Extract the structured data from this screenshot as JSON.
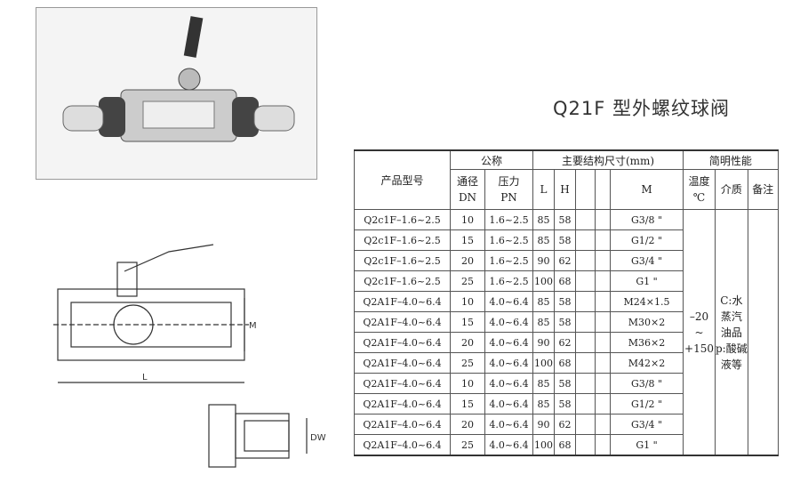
{
  "title": "Q21F 型外螺纹球阀",
  "drawing_labels": {
    "length": "L",
    "height": "M",
    "dw": "DW"
  },
  "table": {
    "headers": {
      "model": "产品型号",
      "nominal": "公称",
      "dims": "主要结构尺寸(mm)",
      "perf": "简明性能",
      "dn_cn": "通径",
      "dn": "DN",
      "pn_cn": "压力",
      "pn": "PN",
      "L": "L",
      "H": "H",
      "M": "M",
      "temp_cn": "温度",
      "temp_unit": "℃",
      "medium": "介质",
      "remark": "备注"
    },
    "rows": [
      {
        "model": "Q2c1F–1.6~2.5",
        "dn": "10",
        "pn": "1.6~2.5",
        "L": "85",
        "H": "58",
        "M": "G3/8 \""
      },
      {
        "model": "Q2c1F–1.6~2.5",
        "dn": "15",
        "pn": "1.6~2.5",
        "L": "85",
        "H": "58",
        "M": "G1/2 \""
      },
      {
        "model": "Q2c1F–1.6~2.5",
        "dn": "20",
        "pn": "1.6~2.5",
        "L": "90",
        "H": "62",
        "M": "G3/4 \""
      },
      {
        "model": "Q2c1F–1.6~2.5",
        "dn": "25",
        "pn": "1.6~2.5",
        "L": "100",
        "H": "68",
        "M": "G1 \""
      },
      {
        "model": "Q2A1F–4.0~6.4",
        "dn": "10",
        "pn": "4.0~6.4",
        "L": "85",
        "H": "58",
        "M": "M24×1.5"
      },
      {
        "model": "Q2A1F–4.0~6.4",
        "dn": "15",
        "pn": "4.0~6.4",
        "L": "85",
        "H": "58",
        "M": "M30×2"
      },
      {
        "model": "Q2A1F–4.0~6.4",
        "dn": "20",
        "pn": "4.0~6.4",
        "L": "90",
        "H": "62",
        "M": "M36×2"
      },
      {
        "model": "Q2A1F–4.0~6.4",
        "dn": "25",
        "pn": "4.0~6.4",
        "L": "100",
        "H": "68",
        "M": "M42×2"
      },
      {
        "model": "Q2A1F–4.0~6.4",
        "dn": "10",
        "pn": "4.0~6.4",
        "L": "85",
        "H": "58",
        "M": "G3/8 \""
      },
      {
        "model": "Q2A1F–4.0~6.4",
        "dn": "15",
        "pn": "4.0~6.4",
        "L": "85",
        "H": "58",
        "M": "G1/2 \""
      },
      {
        "model": "Q2A1F–4.0~6.4",
        "dn": "20",
        "pn": "4.0~6.4",
        "L": "90",
        "H": "62",
        "M": "G3/4 \""
      },
      {
        "model": "Q2A1F–4.0~6.4",
        "dn": "25",
        "pn": "4.0~6.4",
        "L": "100",
        "H": "68",
        "M": "G1 \""
      }
    ],
    "temp": {
      "low": "–20",
      "sep": "~",
      "high": "+150"
    },
    "medium": [
      "C:水",
      "蒸汽",
      "油品",
      "p:酸碱",
      "液等"
    ]
  }
}
